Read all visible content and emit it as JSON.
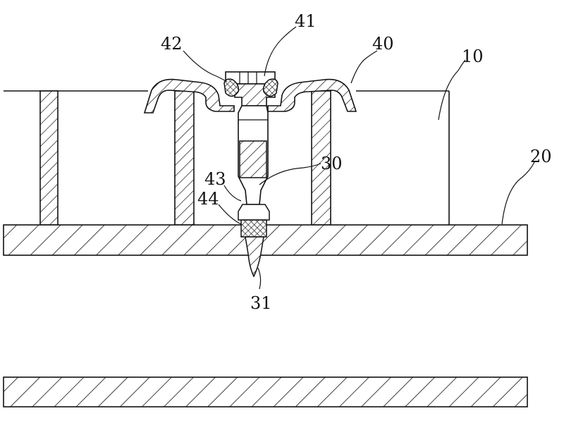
{
  "labels": {
    "l10": "10",
    "l20": "20",
    "l30": "30",
    "l31": "31",
    "l40": "40",
    "l41": "41",
    "l42": "42",
    "l43": "43",
    "l44": "44"
  }
}
